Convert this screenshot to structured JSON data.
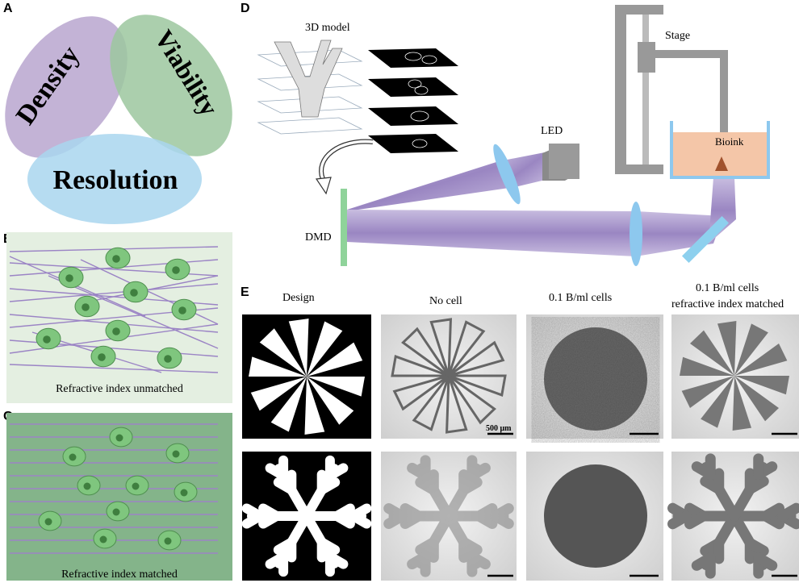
{
  "panels": {
    "a": {
      "label": "A",
      "density": "Density",
      "viability": "Viability",
      "resolution": "Resolution"
    },
    "b": {
      "label": "B",
      "caption": "Refractive index unmatched"
    },
    "c": {
      "label": "C",
      "caption": "Refractive index matched"
    },
    "d": {
      "label": "D",
      "model": "3D model",
      "led": "LED",
      "stage": "Stage",
      "bioink": "Bioink",
      "dmd": "DMD"
    },
    "e": {
      "label": "E",
      "columns": [
        "Design",
        "No cell",
        "0.1 B/ml cells",
        "0.1 B/ml cells"
      ],
      "column4_sub": "refractive index matched",
      "scalebar": "500 μm"
    }
  },
  "colors": {
    "density": "#b9a6cf",
    "viability": "#9cc79f",
    "resolution": "#a9d6ee",
    "beam": "#a898c6",
    "cell": "#7fc67e",
    "panelB": "#e4efe1",
    "panelC": "#84b48a",
    "bioink": "#f4c6a8"
  }
}
